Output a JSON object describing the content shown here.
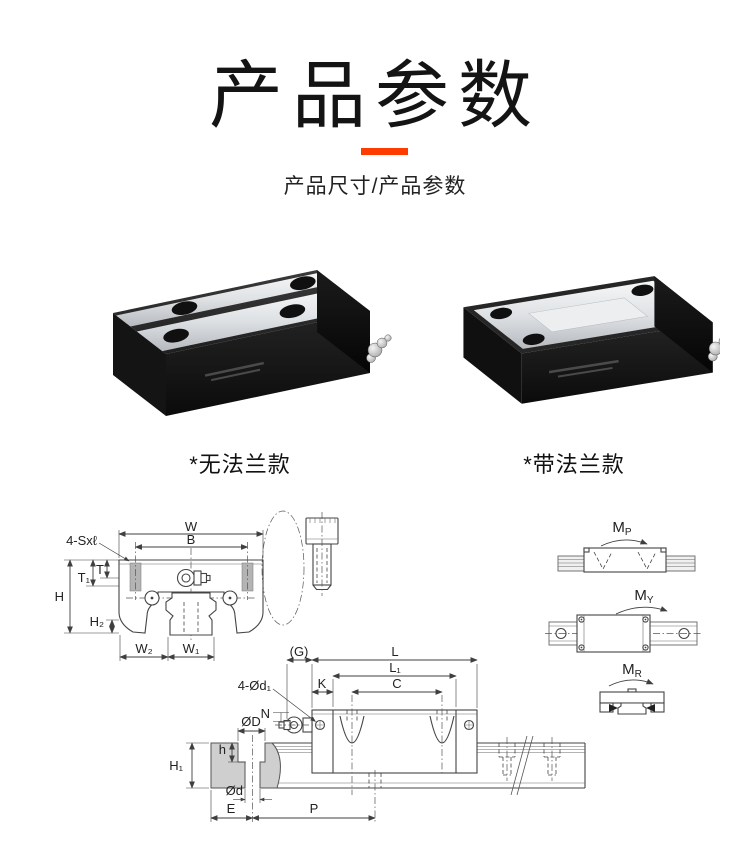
{
  "page": {
    "accent_color": "#ff3c00",
    "background": "#ffffff"
  },
  "header": {
    "title": "产品参数",
    "subtitle": "产品尺寸/产品参数"
  },
  "products": [
    {
      "caption": "*无法兰款"
    },
    {
      "caption": "*带法兰款"
    }
  ],
  "diagrams": {
    "front_view": {
      "labels": {
        "bolt_spec": "4-Sxℓ",
        "W": "W",
        "B": "B",
        "T1": "T₁",
        "T": "T",
        "H": "H",
        "H2": "H₂",
        "W2": "W₂",
        "W1": "W₁"
      }
    },
    "side_view": {
      "labels": {
        "G": "(G)",
        "L": "L",
        "L1": "L₁",
        "K": "K",
        "C": "C",
        "d1": "4-Ød₁",
        "N": "N",
        "D": "ØD",
        "h": "h",
        "H1": "H₁",
        "d": "Ød",
        "E": "E",
        "P": "P"
      }
    },
    "moments": [
      {
        "main": "M",
        "sub": "P"
      },
      {
        "main": "M",
        "sub": "Y"
      },
      {
        "main": "M",
        "sub": "R"
      }
    ]
  }
}
